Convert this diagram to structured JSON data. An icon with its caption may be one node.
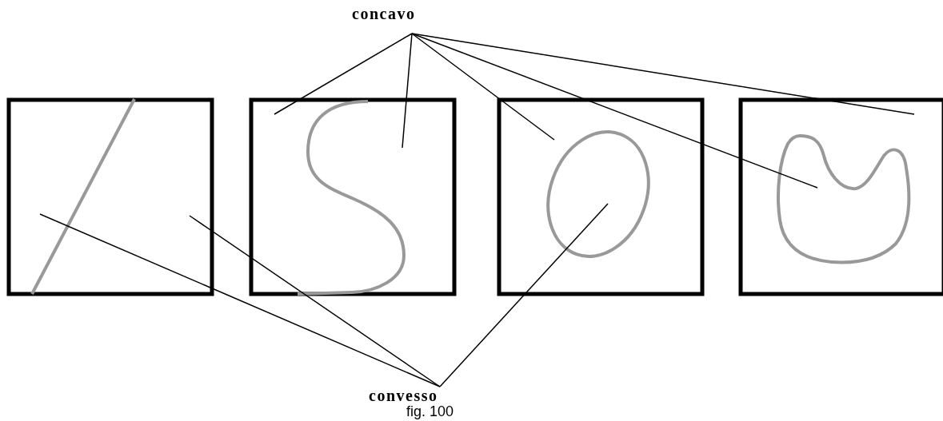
{
  "diagram": {
    "caption": "fig. 100",
    "nodes": [
      {
        "text": [
          "concavo"
        ]
      },
      {
        "text": [
          "convesso"
        ]
      }
    ],
    "edges": [
      {
        "from": 0,
        "to": null,
        "arrow": "none"
      },
      {
        "from": 0,
        "to": null,
        "arrow": "none"
      },
      {
        "from": 0,
        "to": null,
        "arrow": "none"
      },
      {
        "from": 0,
        "to": null,
        "arrow": "none"
      },
      {
        "from": 0,
        "to": null,
        "arrow": "none"
      },
      {
        "from": 1,
        "to": null,
        "arrow": "none"
      },
      {
        "from": 1,
        "to": null,
        "arrow": "none"
      },
      {
        "from": 1,
        "to": null,
        "arrow": "none"
      }
    ]
  }
}
